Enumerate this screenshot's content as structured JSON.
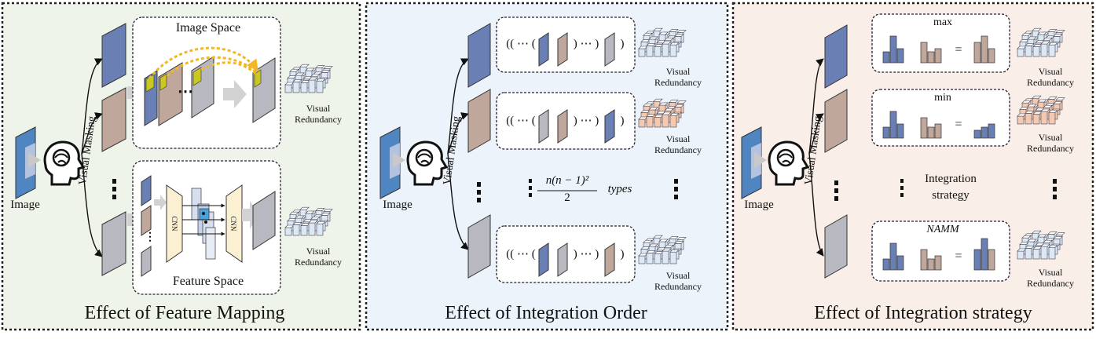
{
  "panels": [
    {
      "title": "Effect of Feature Mapping",
      "image_label": "Image",
      "masking_label": "Visual Masking",
      "image_space_label": "Image Space",
      "feature_space_label": "Feature Space",
      "cnn_label": "CNN",
      "vr_label": "Visual\nRedundancy",
      "bg": "#eef4ea"
    },
    {
      "title": "Effect of Integration Order",
      "image_label": "Image",
      "masking_label": "Visual Masking",
      "formula_numerator": "n(n − 1)²",
      "formula_denominator": "2",
      "types_label": "types",
      "seq_open": "(( ⋯ (",
      "seq_mid": ") ⋯ )",
      "seq_close": ")",
      "vr_label": "Visual\nRedundancy",
      "bg": "#ecf3fa"
    },
    {
      "title": "Effect of Integration strategy",
      "image_label": "Image",
      "masking_label": "Visual Masking",
      "strategies": [
        "max",
        "min",
        "NAMM"
      ],
      "equals": "=",
      "strategy_label": "Integration\nstrategy",
      "vr_label": "Visual\nRedundancy",
      "bg": "#faeee8"
    }
  ],
  "colors": {
    "blue_frame": "#6a7fb4",
    "tan_frame": "#bfa79b",
    "gray_frame": "#b8b8c0",
    "yellow_patch": "#c8c820",
    "cnn_fill": "#fbf0d2",
    "arrow_gray": "#d2d2d2",
    "dotted_yellow": "#f2b824",
    "cube_blue": "#dde8f5",
    "cube_orange": "#f4c9b0"
  }
}
